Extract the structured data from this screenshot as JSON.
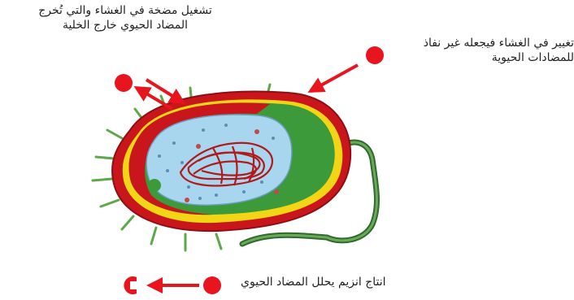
{
  "labels": {
    "pump_line1": "تشغيل مضخة في الغشاء والتي تُخرج",
    "pump_line2": "المضاد الحيوي خارج الخلية",
    "membrane_line1": "تغيير في الغشاء فيجعله غير نفاذ",
    "membrane_line2": "للمضادات الحيوية",
    "enzyme": "انتاج انزيم يحلل المضاد الحيوي"
  },
  "colors": {
    "arrow": "#e8141e",
    "antibiotic": "#e8141e",
    "outer_wall": "#c8161c",
    "yellow_layer": "#f2d515",
    "green_layer": "#3c9a3a",
    "cytoplasm": "#a8d6ee",
    "dna": "#b01a1a",
    "flagellum": "#2e6b2c",
    "pili": "#5da84a"
  }
}
